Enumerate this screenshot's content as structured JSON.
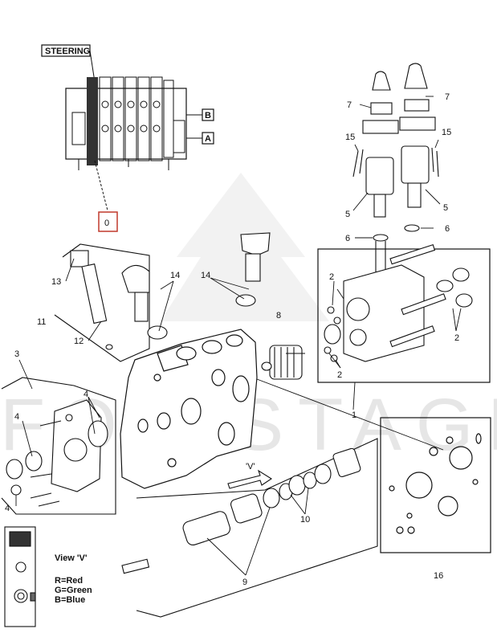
{
  "header": {
    "steering_label": "STEERING",
    "view_b_label": "B",
    "view_a_label": "A",
    "ref_callout": "0"
  },
  "callouts": {
    "c1": "1",
    "c2a": "2",
    "c2b": "2",
    "c2c": "2",
    "c3": "3",
    "c4a": "4",
    "c4b": "4",
    "c4c": "4",
    "c5a": "5",
    "c5b": "5",
    "c6a": "6",
    "c6b": "6",
    "c7a": "7",
    "c7b": "7",
    "c8": "8",
    "c9": "9",
    "c10": "10",
    "c11": "11",
    "c12": "12",
    "c13": "13",
    "c14a": "14",
    "c14b": "14",
    "c15a": "15",
    "c15b": "15",
    "c16": "16"
  },
  "view_v": {
    "arrow_label": "'V'",
    "title": "View 'V'",
    "legend": [
      "R=Red",
      "G=Green",
      "B=Blue"
    ]
  },
  "watermark": "FOR STAGRI"
}
